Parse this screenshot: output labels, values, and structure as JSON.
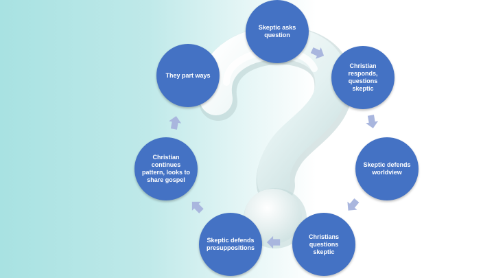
{
  "diagram": {
    "steps": [
      "Skeptic asks question",
      "Christian responds, questions skeptic",
      "Skeptic defends worldview",
      "Christians questions skeptic",
      "Skeptic defends presuppositions",
      "Christian continues pattern, looks to share gospel",
      "They part ways"
    ],
    "colors": {
      "node_fill": "#4472c4",
      "node_text": "#ffffff",
      "arrow": "#a9b6de",
      "background_left": "#a8e2e2",
      "background_right": "#ffffff"
    },
    "icons": [
      "question-mark-graphic",
      "arrow-icon"
    ]
  }
}
